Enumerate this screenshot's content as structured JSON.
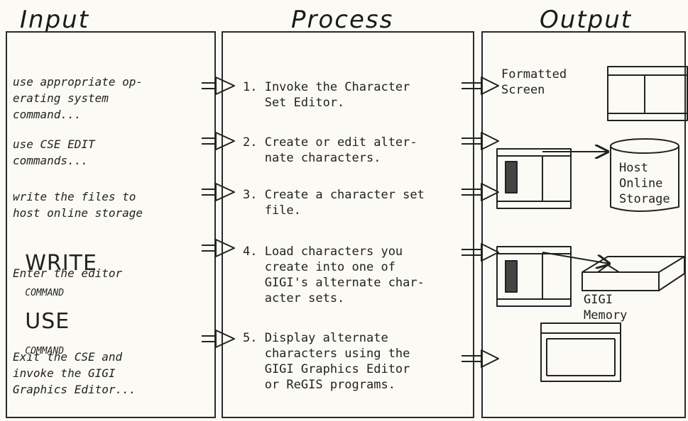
{
  "headers": {
    "input": "Input",
    "process": "Process",
    "output": "Output"
  },
  "input": {
    "i1": "use appropriate op-\nerating system\ncommand...",
    "i2": "use CSE EDIT\ncommands...",
    "i3": "write the files to\nhost online storage",
    "i4_cmd": "WRITE",
    "i4_suffix": "COMMAND",
    "i5": "Enter the editor",
    "i6_cmd": "USE",
    "i6_suffix": "COMMAND",
    "i7": "Exit the CSE and\ninvoke the GIGI\nGraphics Editor..."
  },
  "steps": [
    "1. Invoke the Character\n   Set Editor.",
    "2. Create or edit alter-\n   nate characters.",
    "3. Create a character set\n   file.",
    "4. Load characters you\n   create into one of\n   GIGI's alternate char-\n   acter sets.",
    "5. Display alternate\n   characters using the\n   GIGI Graphics Editor\n   or ReGIS programs."
  ],
  "output": {
    "formatted_screen": "Formatted\nScreen",
    "host_storage": "Host\nOnline\nStorage",
    "gigi_memory": "GIGI\nMemory"
  }
}
